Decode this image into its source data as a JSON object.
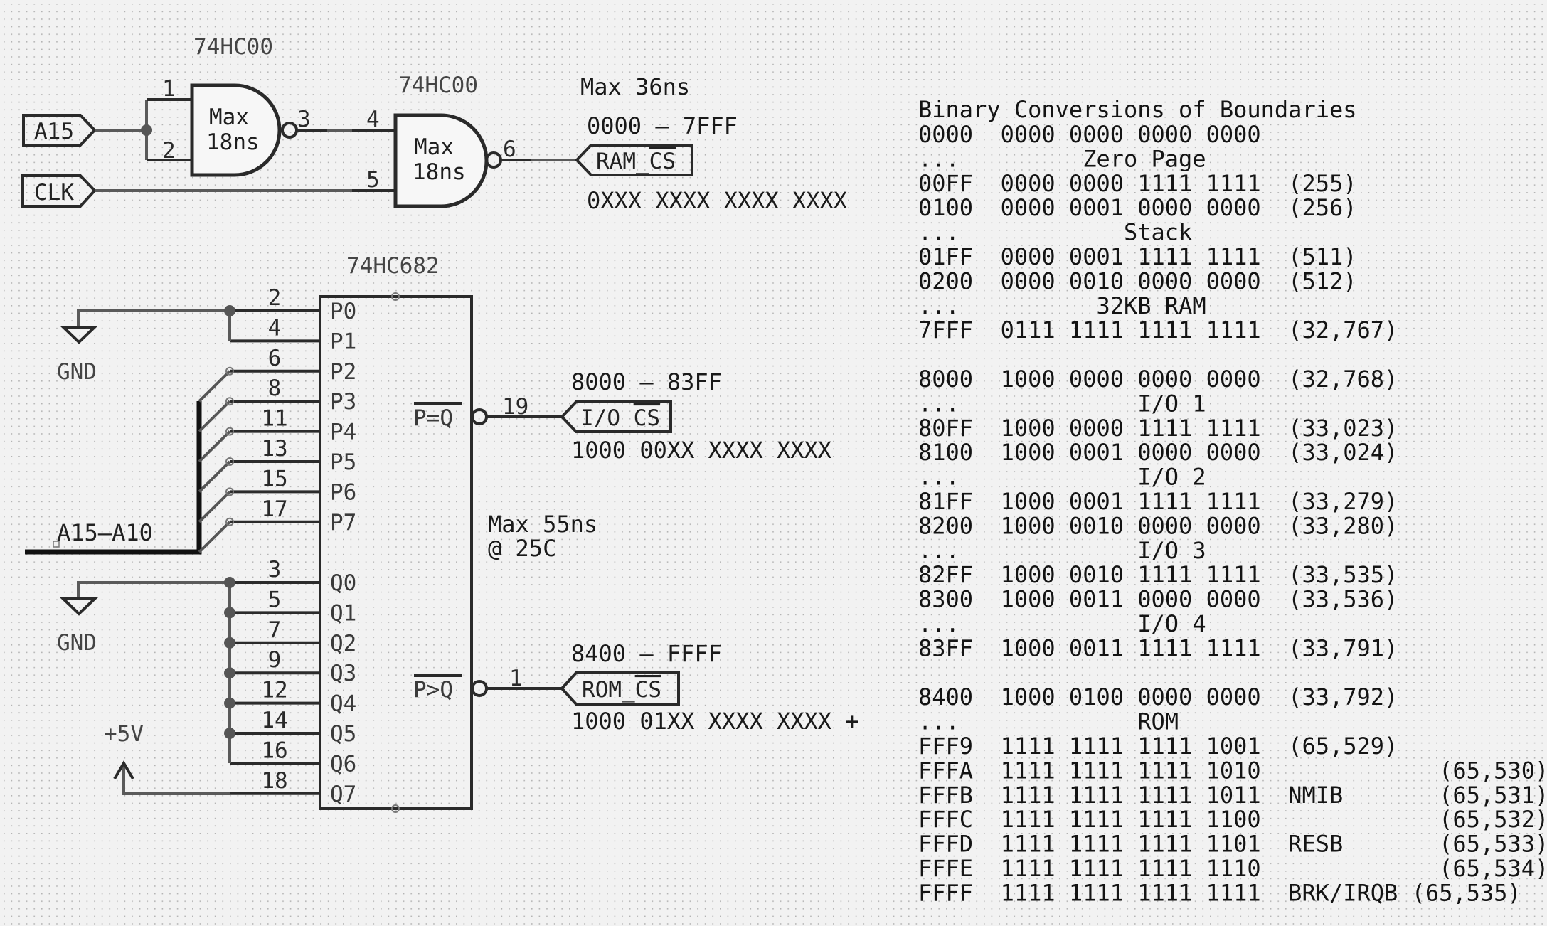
{
  "gates": [
    {
      "ref": "74HC00",
      "line1": "Max",
      "line2": "18ns",
      "pins": {
        "in_a": "1",
        "in_b": "2",
        "out": "3"
      }
    },
    {
      "ref": "74HC00",
      "line1": "Max",
      "line2": "18ns",
      "pins": {
        "in_a": "4",
        "in_b": "5",
        "out": "6"
      }
    }
  ],
  "global_labels": {
    "a15": "A15",
    "clk": "CLK",
    "ram_cs_prefix": "RAM_",
    "ram_cs_bar": "CS",
    "io_cs_prefix": "I/O_",
    "io_cs_bar": "CS",
    "rom_cs_prefix": "ROM_",
    "rom_cs_bar": "CS"
  },
  "ram_notes": {
    "timing": "Max 36ns",
    "range": "0000 – 7FFF",
    "mask": "0XXX XXXX XXXX XXXX"
  },
  "comparator": {
    "ref": "74HC682",
    "p_pins": [
      {
        "name": "P0",
        "num": "2"
      },
      {
        "name": "P1",
        "num": "4"
      },
      {
        "name": "P2",
        "num": "6"
      },
      {
        "name": "P3",
        "num": "8"
      },
      {
        "name": "P4",
        "num": "11"
      },
      {
        "name": "P5",
        "num": "13"
      },
      {
        "name": "P6",
        "num": "15"
      },
      {
        "name": "P7",
        "num": "17"
      }
    ],
    "q_pins": [
      {
        "name": "Q0",
        "num": "3"
      },
      {
        "name": "Q1",
        "num": "5"
      },
      {
        "name": "Q2",
        "num": "7"
      },
      {
        "name": "Q3",
        "num": "9"
      },
      {
        "name": "Q4",
        "num": "12"
      },
      {
        "name": "Q5",
        "num": "14"
      },
      {
        "name": "Q6",
        "num": "16"
      },
      {
        "name": "Q7",
        "num": "18"
      }
    ],
    "out_eq": {
      "name": "P=Q",
      "num": "19"
    },
    "out_gt": {
      "name": "P>Q",
      "num": "1"
    },
    "timing_line1": "Max 55ns",
    "timing_line2": "@ 25C"
  },
  "power": {
    "gnd1": "GND",
    "gnd2": "GND",
    "vcc": "+5V",
    "bus": "A15–A10"
  },
  "io_notes": {
    "range": "8000 – 83FF",
    "mask": "1000 00XX XXXX XXXX"
  },
  "rom_notes": {
    "range": "8400 – FFFF",
    "mask": "1000 01XX XXXX XXXX +"
  },
  "binary_table": {
    "title": "Binary Conversions of Boundaries",
    "rows": [
      {
        "text": "0000  0000 0000 0000 0000"
      },
      {
        "text": "...         Zero Page"
      },
      {
        "text": "00FF  0000 0000 1111 1111  (255)"
      },
      {
        "text": "0100  0000 0001 0000 0000  (256)"
      },
      {
        "text": "...            Stack"
      },
      {
        "text": "01FF  0000 0001 1111 1111  (511)"
      },
      {
        "text": "0200  0000 0010 0000 0000  (512)"
      },
      {
        "text": "...          32KB RAM"
      },
      {
        "text": "7FFF  0111 1111 1111 1111  (32,767)"
      },
      {
        "text": ""
      },
      {
        "text": "8000  1000 0000 0000 0000  (32,768)"
      },
      {
        "text": "...             I/O 1"
      },
      {
        "text": "80FF  1000 0000 1111 1111  (33,023)"
      },
      {
        "text": "8100  1000 0001 0000 0000  (33,024)"
      },
      {
        "text": "...             I/O 2"
      },
      {
        "text": "81FF  1000 0001 1111 1111  (33,279)"
      },
      {
        "text": "8200  1000 0010 0000 0000  (33,280)"
      },
      {
        "text": "...             I/O 3"
      },
      {
        "text": "82FF  1000 0010 1111 1111  (33,535)"
      },
      {
        "text": "8300  1000 0011 0000 0000  (33,536)"
      },
      {
        "text": "...             I/O 4"
      },
      {
        "text": "83FF  1000 0011 1111 1111  (33,791)"
      },
      {
        "text": ""
      },
      {
        "text": "8400  1000 0100 0000 0000  (33,792)"
      },
      {
        "text": "...             ROM"
      },
      {
        "text": "FFF9  1111 1111 1111 1001  (65,529)"
      },
      {
        "text": "FFFA  1111 1111 1111 1010             (65,530)"
      },
      {
        "text": "FFFB  1111 1111 1111 1011  NMIB       (65,531)"
      },
      {
        "text": "FFFC  1111 1111 1111 1100             (65,532)"
      },
      {
        "text": "FFFD  1111 1111 1111 1101  RESB       (65,533)"
      },
      {
        "text": "FFFE  1111 1111 1111 1110             (65,534)"
      },
      {
        "text": "FFFF  1111 1111 1111 1111  BRK/IRQB (65,535)"
      }
    ]
  }
}
